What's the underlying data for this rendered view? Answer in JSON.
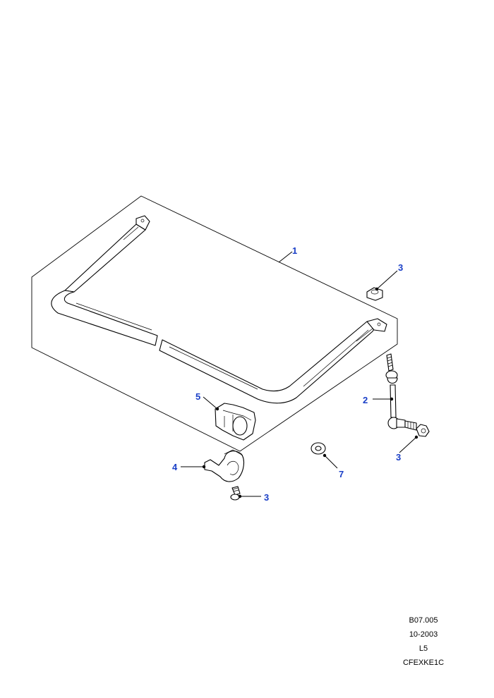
{
  "callouts": {
    "c1": "1",
    "c2": "2",
    "c3a": "3",
    "c3b": "3",
    "c3c": "3",
    "c4": "4",
    "c5": "5",
    "c7": "7"
  },
  "info_block": {
    "ref": "B07.005",
    "date": "10-2003",
    "level": "L5",
    "code": "CFEXKE1C"
  },
  "colors": {
    "callout": "#1a3fc7",
    "line": "#000000"
  }
}
